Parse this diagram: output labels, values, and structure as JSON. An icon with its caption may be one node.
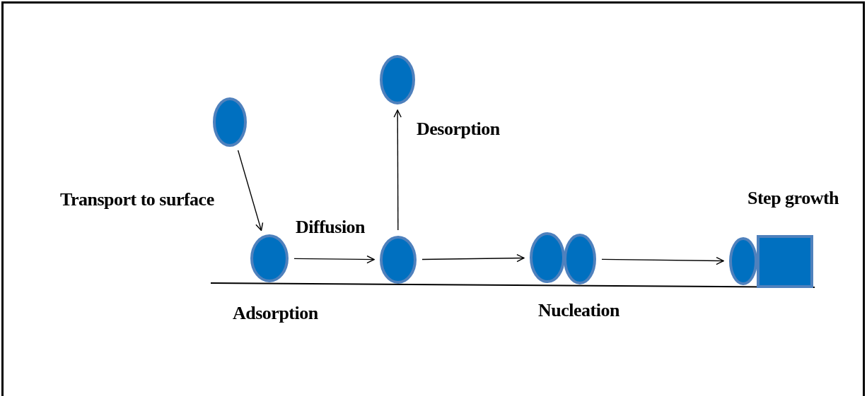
{
  "diagram": {
    "nodes": [
      {
        "text": [],
        "shape": "circle"
      },
      {
        "text": [],
        "shape": "circle"
      },
      {
        "text": [],
        "shape": "circle"
      },
      {
        "text": [],
        "shape": "circle"
      },
      {
        "text": [],
        "shape": "circle"
      },
      {
        "text": [],
        "shape": "circle"
      },
      {
        "text": [],
        "shape": "circle"
      },
      {
        "text": [],
        "shape": "box"
      }
    ],
    "edges": [
      {
        "from": 0,
        "to": 1,
        "arrow": "to"
      },
      {
        "from": 1,
        "to": 2,
        "arrow": "to",
        "label": "Diffusion"
      },
      {
        "from": 2,
        "to": 3,
        "arrow": "to",
        "label": "Desorption"
      },
      {
        "from": 2,
        "to": 4,
        "arrow": "to"
      },
      {
        "from": 5,
        "to": 6,
        "arrow": "to"
      }
    ],
    "labels": [
      "Transport to surface",
      "Step growth",
      "Adsorption",
      "Nucleation"
    ]
  }
}
